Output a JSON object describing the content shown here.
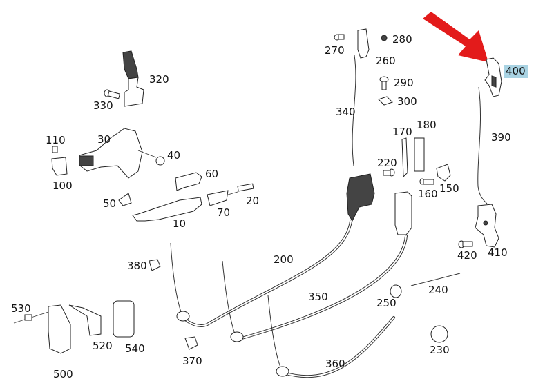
{
  "diagram": {
    "title": "Door lock and handle exploded parts diagram",
    "highlight_color": "#a9d3e3",
    "arrow_color": "#e31b1b",
    "highlighted_part": "400",
    "labels": {
      "p10": "10",
      "p20": "20",
      "p30": "30",
      "p40": "40",
      "p50": "50",
      "p60": "60",
      "p70": "70",
      "p100": "100",
      "p110": "110",
      "p150": "150",
      "p160": "160",
      "p170": "170",
      "p180": "180",
      "p200": "200",
      "p220": "220",
      "p230": "230",
      "p240": "240",
      "p250": "250",
      "p260": "260",
      "p270": "270",
      "p280": "280",
      "p290": "290",
      "p300": "300",
      "p320": "320",
      "p330": "330",
      "p340": "340",
      "p350": "350",
      "p360": "360",
      "p370": "370",
      "p380": "380",
      "p390": "390",
      "p400": "400",
      "p410": "410",
      "p420": "420",
      "p500": "500",
      "p520": "520",
      "p530": "530",
      "p540": "540"
    }
  }
}
